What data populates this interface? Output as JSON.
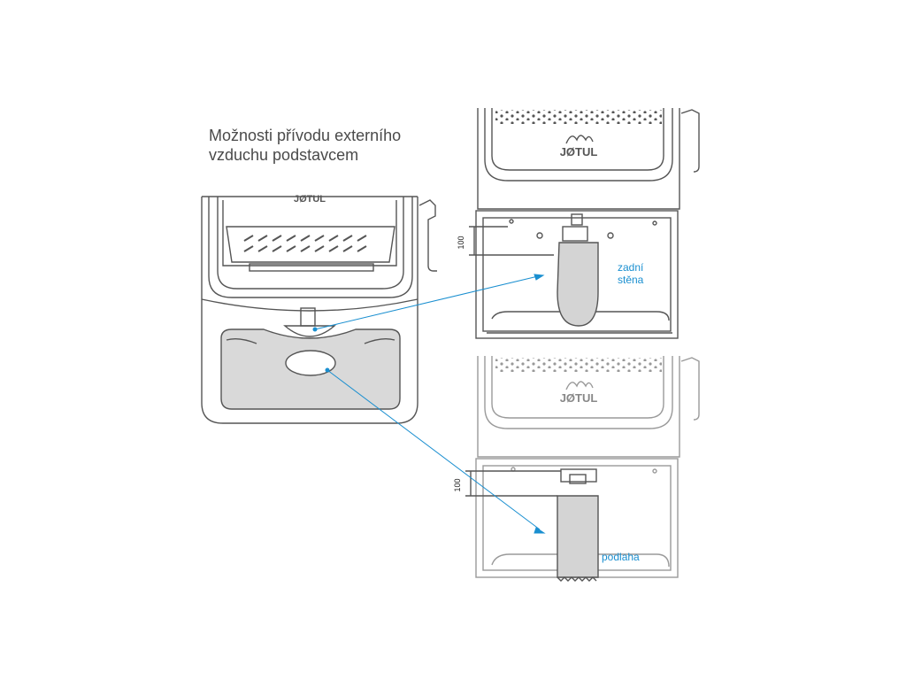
{
  "title": {
    "line1": "Možnosti přívodu externího",
    "line2": "vzduchu podstavcem"
  },
  "brand": {
    "logo_text_top": "JØTUL",
    "logo_text_mid": "JØTUL",
    "logo_text_bot": "JØTUL"
  },
  "labels": {
    "rear_wall": [
      "zadní",
      "stěna"
    ],
    "floor": "podlaha",
    "dim_top": "100",
    "dim_bottom": "100"
  },
  "colors": {
    "line": "#555555",
    "line_light": "#9a9a9a",
    "duct_fill": "#d4d4d4",
    "accent": "#1a8fd0"
  }
}
